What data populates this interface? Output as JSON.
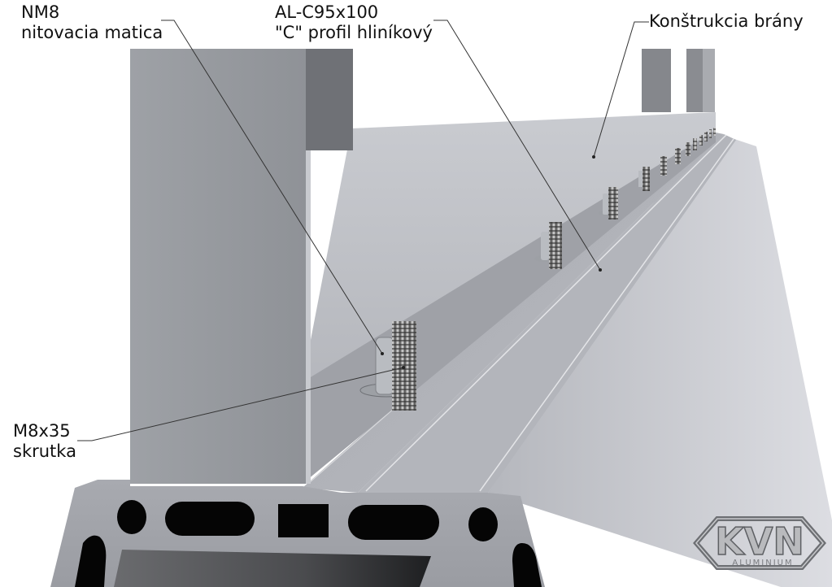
{
  "figure": {
    "description": "3D render of aluminium gate construction mounted on C profile with rivet nuts and screws",
    "colors": {
      "background": "#ffffff",
      "aluminium_light": "#c4c6cc",
      "aluminium_mid": "#a3a6ac",
      "aluminium_dark": "#6e7075",
      "cavity": "#050505",
      "leader_line": "#333333",
      "label_text": "#111111"
    }
  },
  "labels": {
    "rivet_nut": {
      "line1": "NM8",
      "line2": "nitovacia matica"
    },
    "c_profile": {
      "line1": "AL-C95x100",
      "line2": "\"C\" profil hliníkový"
    },
    "gate_construction": {
      "line1": "Konštrukcia brány"
    },
    "screw": {
      "line1": "M8x35",
      "line2": "skrutka"
    }
  },
  "logo": {
    "main": "KVN",
    "sub": "ALUMINIUM"
  }
}
